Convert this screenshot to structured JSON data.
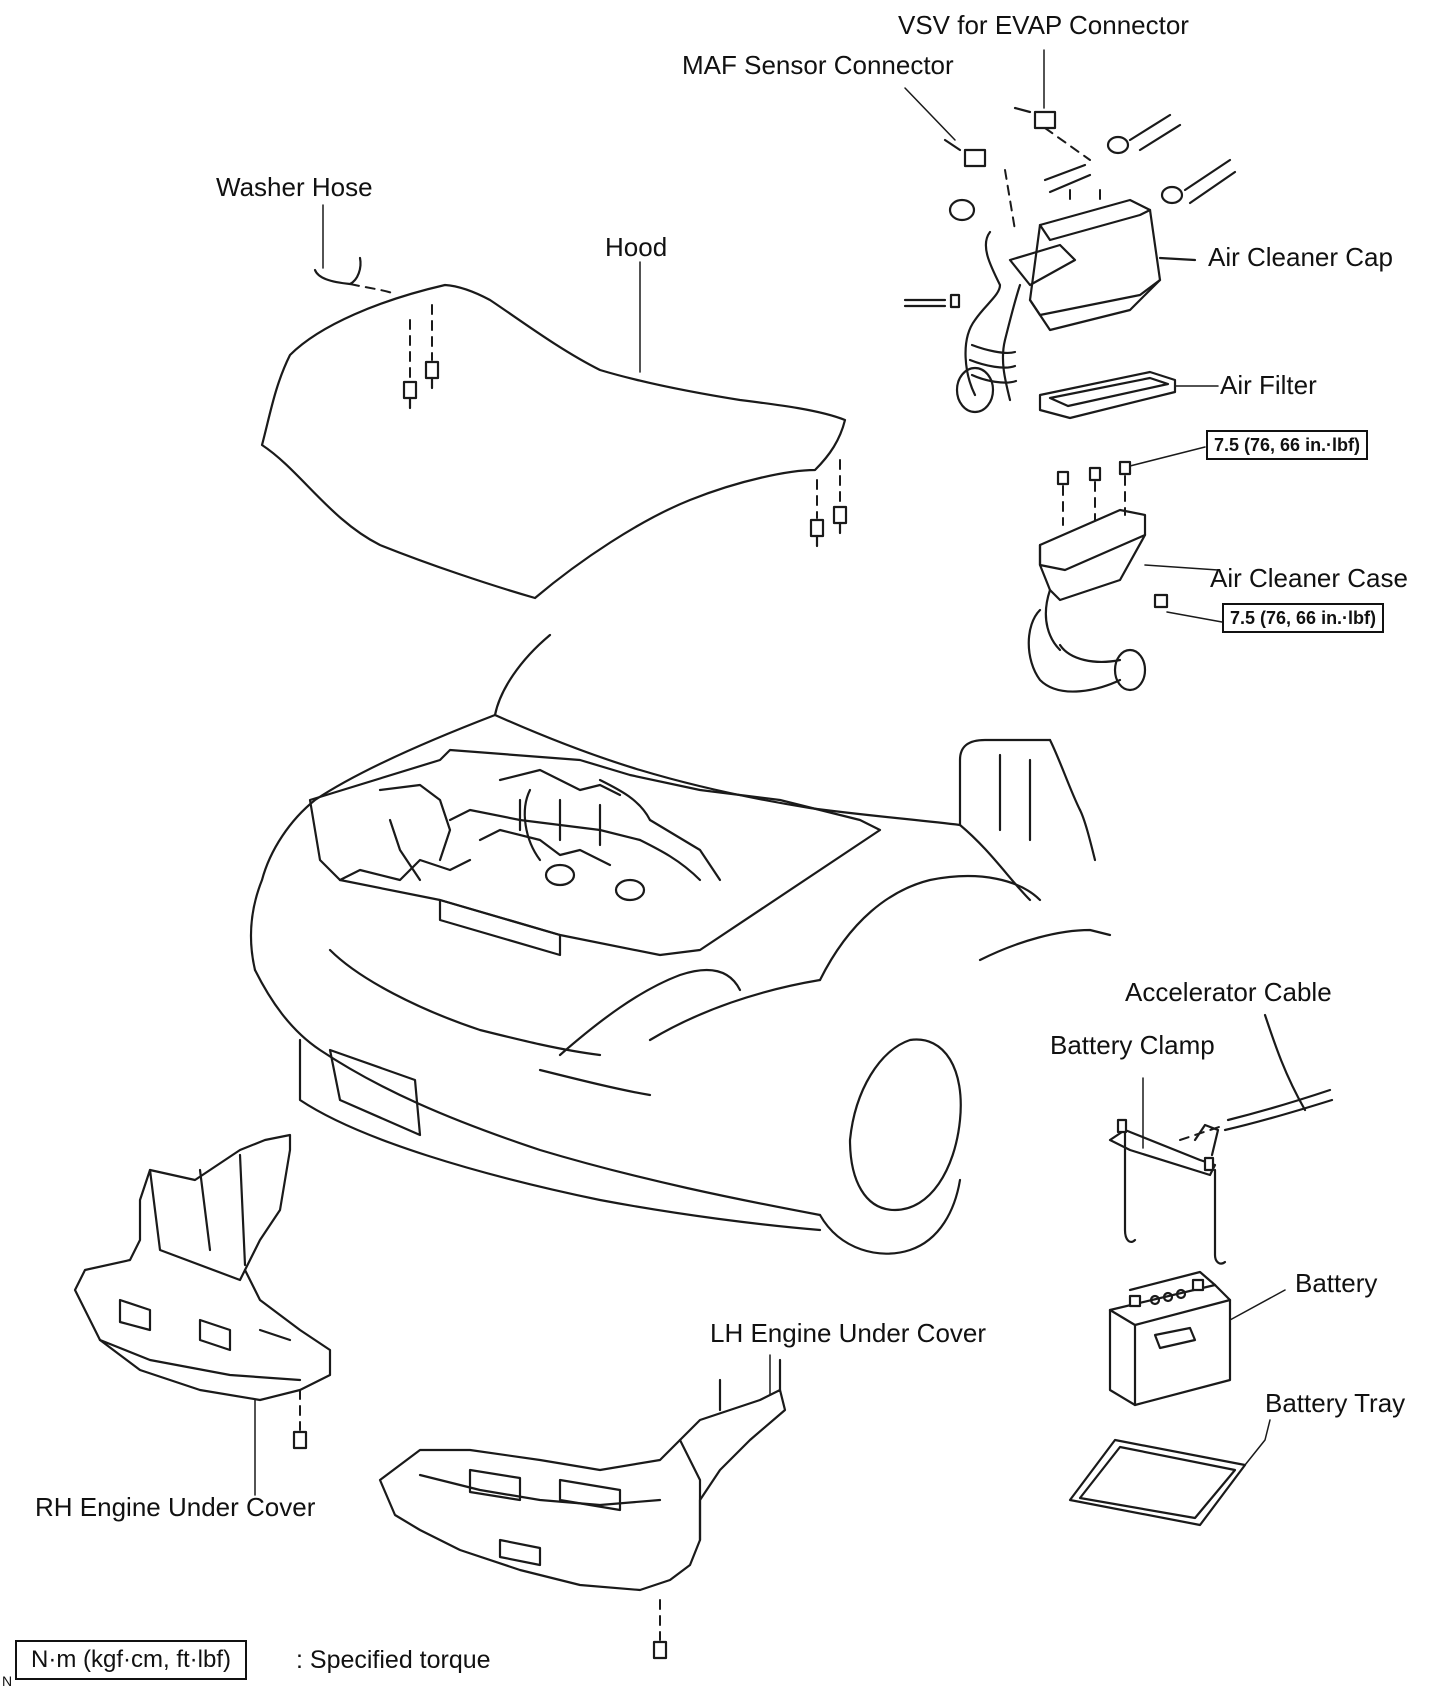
{
  "labels": {
    "vsv_evap_connector": "VSV for EVAP Connector",
    "maf_sensor_connector": "MAF Sensor Connector",
    "washer_hose": "Washer Hose",
    "hood": "Hood",
    "air_cleaner_cap": "Air Cleaner Cap",
    "air_filter": "Air Filter",
    "air_cleaner_case": "Air Cleaner Case",
    "accelerator_cable": "Accelerator Cable",
    "battery_clamp": "Battery Clamp",
    "battery": "Battery",
    "battery_tray": "Battery Tray",
    "lh_engine_under_cover": "LH Engine Under Cover",
    "rh_engine_under_cover": "RH Engine Under Cover"
  },
  "torque_specs": [
    "7.5 (76, 66 in.·lbf)",
    "7.5 (76, 66 in.·lbf)"
  ],
  "legend": {
    "unit_box": "N·m (kgf·cm, ft·lbf)",
    "description": ": Specified torque"
  },
  "corner_mark": "N"
}
